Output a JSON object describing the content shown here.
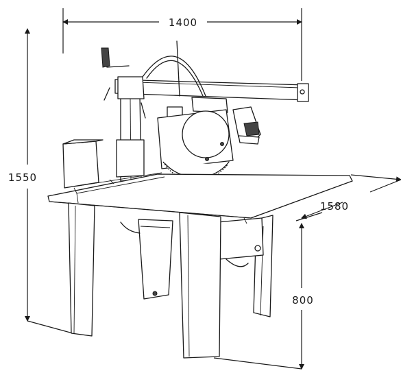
{
  "dimensions": {
    "width": "1400",
    "height": "1550",
    "depth": "1580",
    "table_height": "800"
  },
  "colors": {
    "line": "#1a1a1a",
    "shade": "#dcdcdc",
    "background": "#ffffff"
  }
}
